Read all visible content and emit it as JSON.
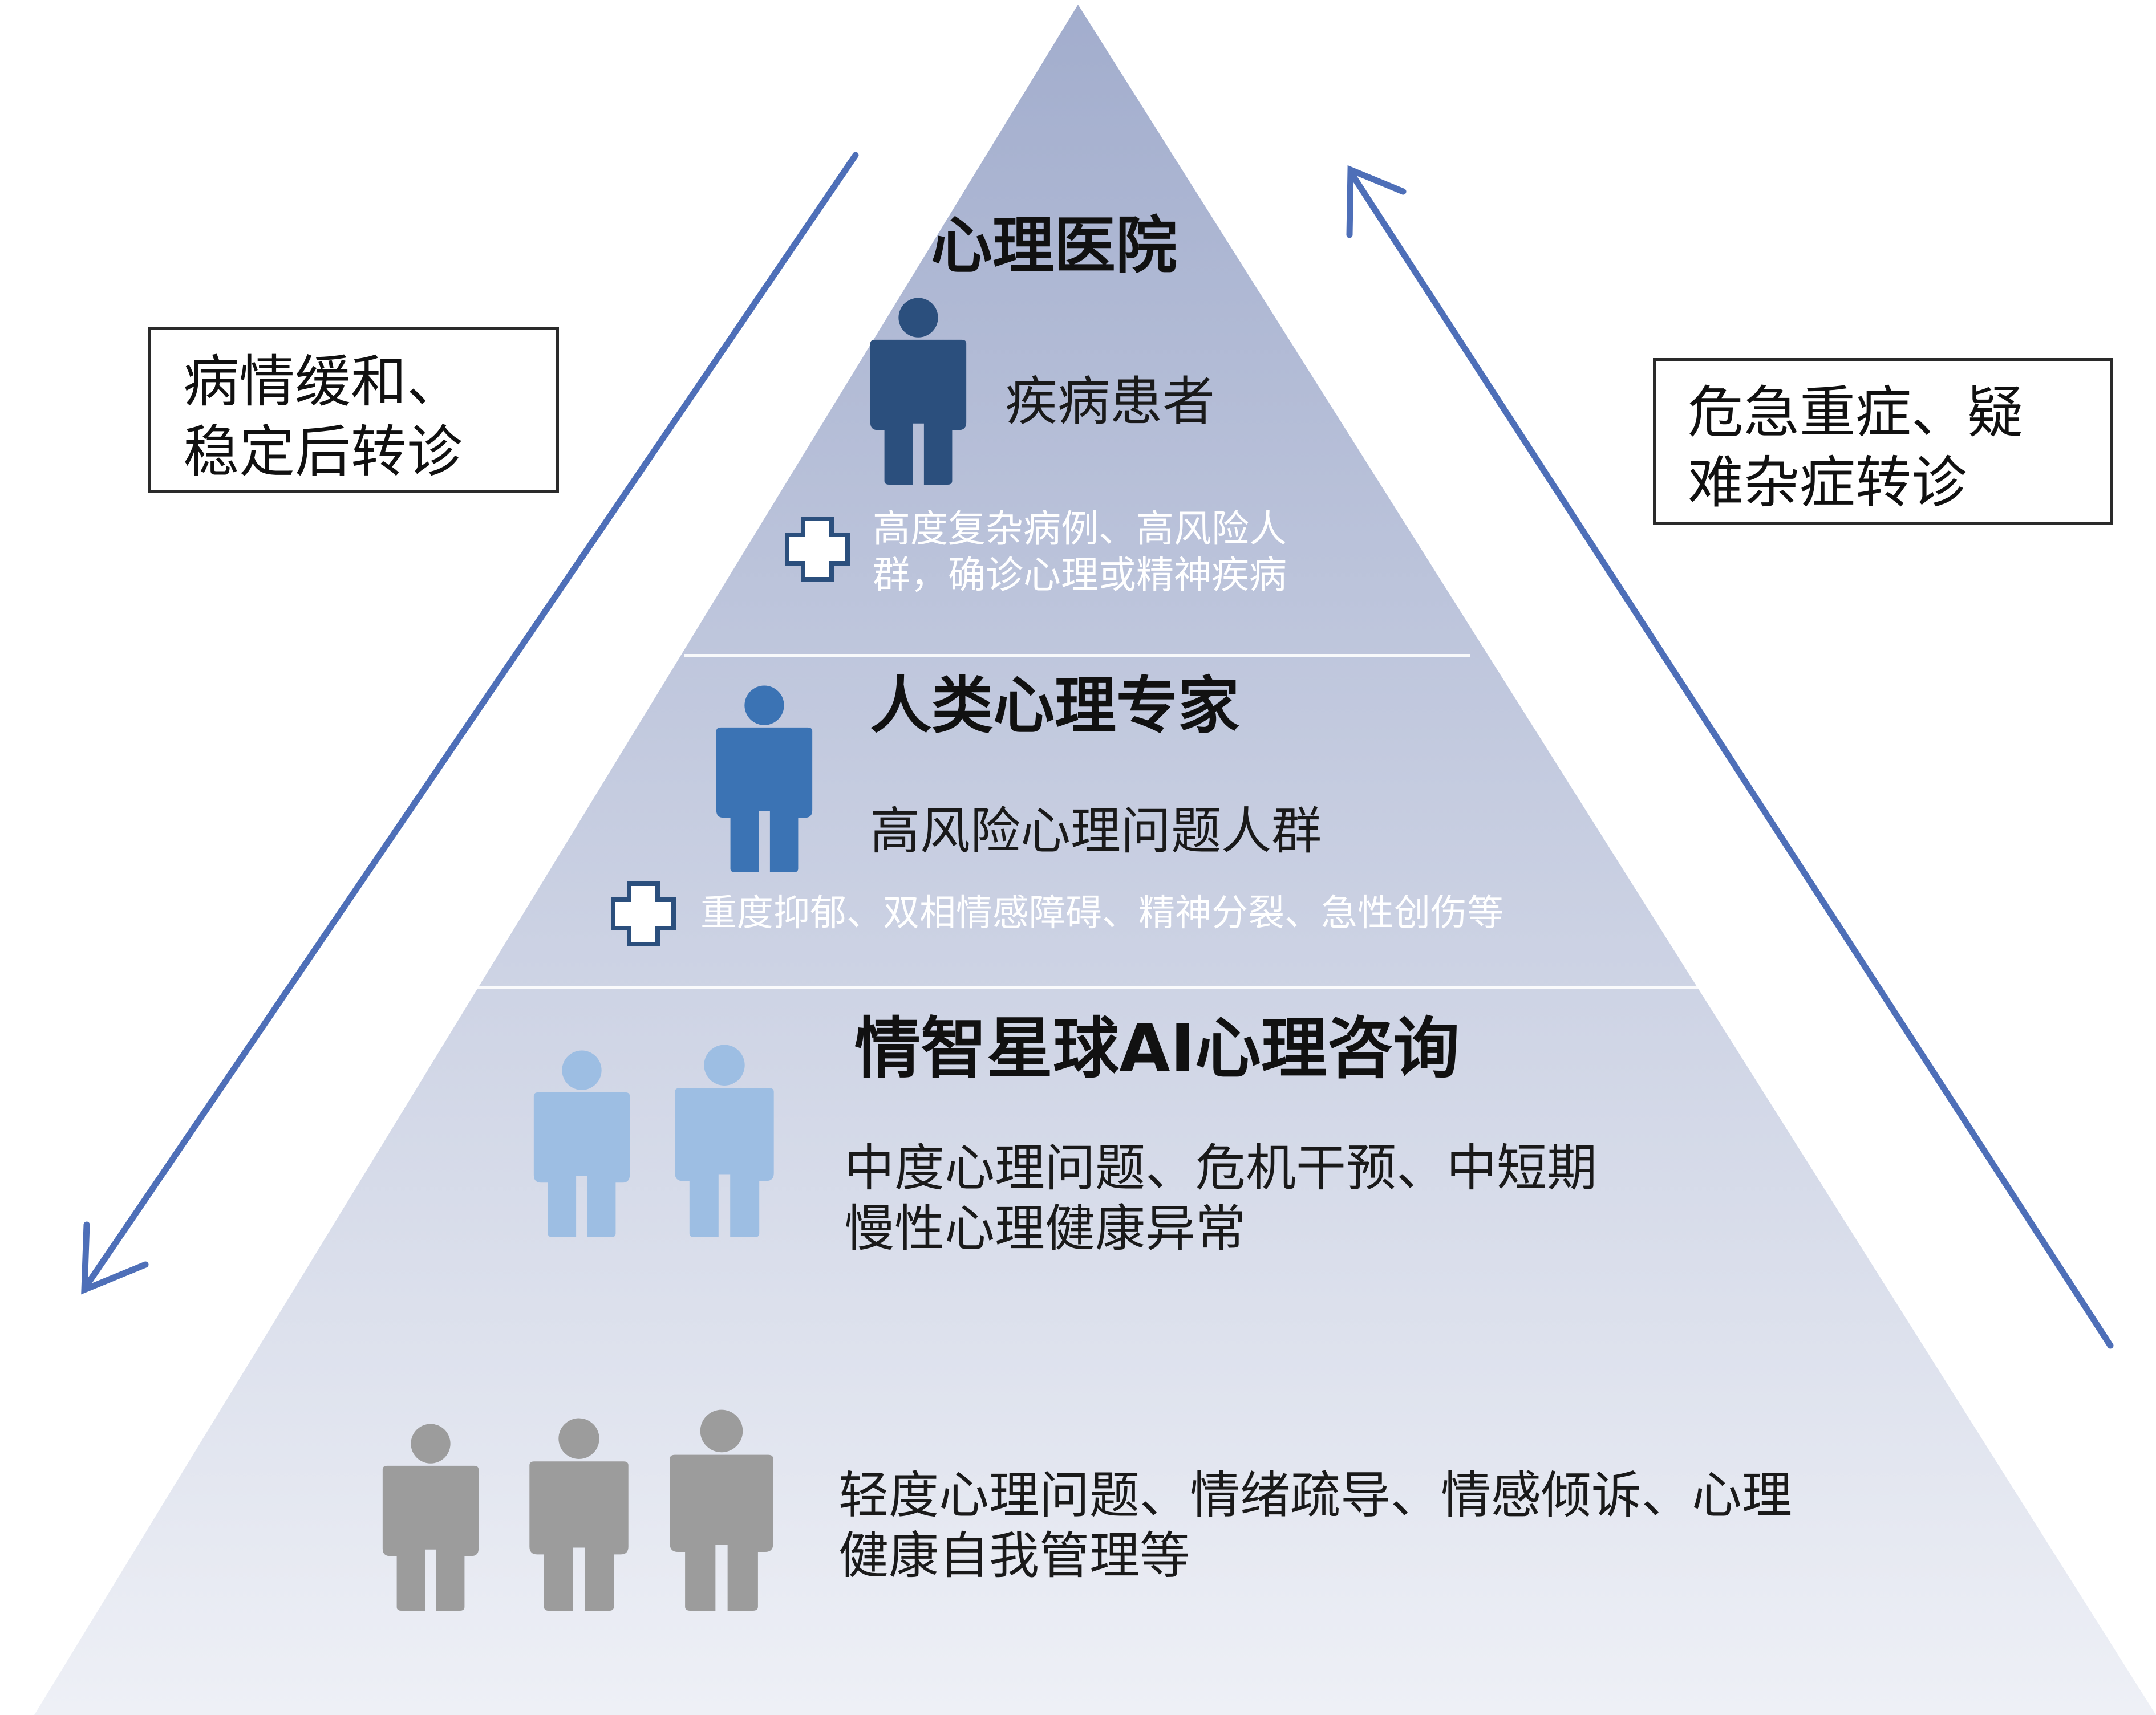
{
  "colors": {
    "pyramid_top": "#a2adcd",
    "pyramid_bottom": "#eef0f6",
    "arrow": "#4e6fb8",
    "person_dark": "#2b4f7d",
    "person_mid": "#3b73b4",
    "person_light": "#9dbee3",
    "person_gray": "#9c9c9c"
  },
  "tiers": [
    {
      "title": "心理医院",
      "subtitle": "疾病患者",
      "note_lines": [
        "高度复杂病例、高风险人",
        "群，确诊心理或精神疾病"
      ],
      "icon": "cross-icon",
      "people": 1
    },
    {
      "title": "人类心理专家",
      "subtitle": "高风险心理问题人群",
      "note_lines": [
        "重度抑郁、双相情感障碍、精神分裂、急性创伤等"
      ],
      "icon": "cross-icon",
      "people": 1
    },
    {
      "title": "情智星球AI心理咨询",
      "subtitle_lines": [
        "中度心理问题、危机干预、中短期",
        "慢性心理健康异常"
      ],
      "people": 2
    },
    {
      "subtitle_lines": [
        "轻度心理问题、情绪疏导、情感倾诉、心理",
        "健康自我管理等"
      ],
      "people": 3
    }
  ],
  "left_box": {
    "lines": [
      "病情缓和、",
      "稳定后转诊"
    ]
  },
  "right_box": {
    "lines": [
      "危急重症、疑",
      "难杂症转诊"
    ]
  },
  "arrows": {
    "left": "down-left-arrow",
    "right": "up-right-arrow"
  }
}
